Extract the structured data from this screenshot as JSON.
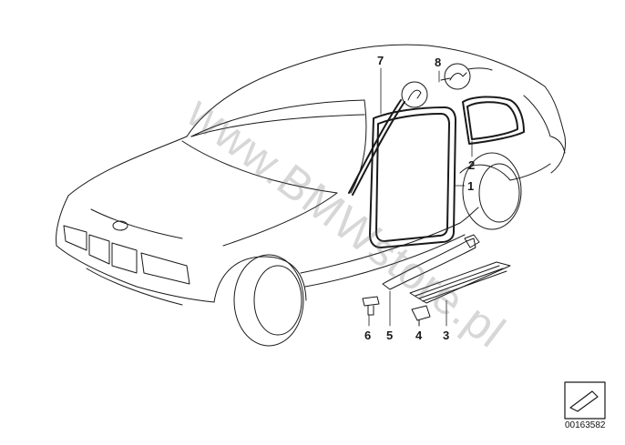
{
  "diagram": {
    "callouts": [
      {
        "id": "1",
        "label": "1"
      },
      {
        "id": "2",
        "label": "2"
      },
      {
        "id": "3",
        "label": "3"
      },
      {
        "id": "4",
        "label": "4"
      },
      {
        "id": "5",
        "label": "5"
      },
      {
        "id": "6",
        "label": "6"
      },
      {
        "id": "7",
        "label": "7"
      },
      {
        "id": "8",
        "label": "8"
      }
    ],
    "watermark": "www.BMWstore.pl",
    "reference_number": "00163582",
    "line_color": "#1a1a1a",
    "watermark_color": "#9a9a9a"
  }
}
